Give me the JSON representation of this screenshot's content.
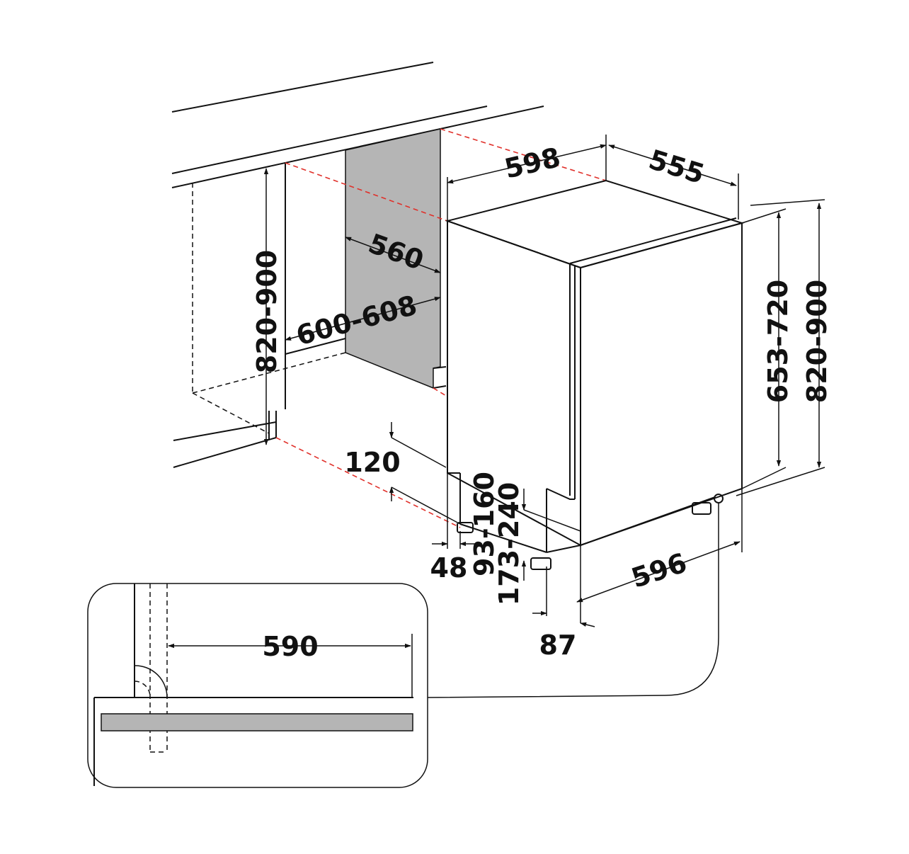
{
  "colors": {
    "line": "#111111",
    "hidden_edge": "#e0302a",
    "panel_fill": "#b5b5b5",
    "background": "#ffffff"
  },
  "dimensions": {
    "cabinet_depth": "598",
    "appliance_depth": "555",
    "niche_depth": "560",
    "niche_width": "600-608",
    "niche_height": "820-900",
    "door_height": "653-720",
    "appliance_height": "820-900",
    "plinth_height": "120",
    "foot_offset": "48",
    "plinth_range_a": "93-160",
    "plinth_range_b": "173-240",
    "appliance_width": "596",
    "door_offset": "87",
    "detail_width": "590"
  }
}
